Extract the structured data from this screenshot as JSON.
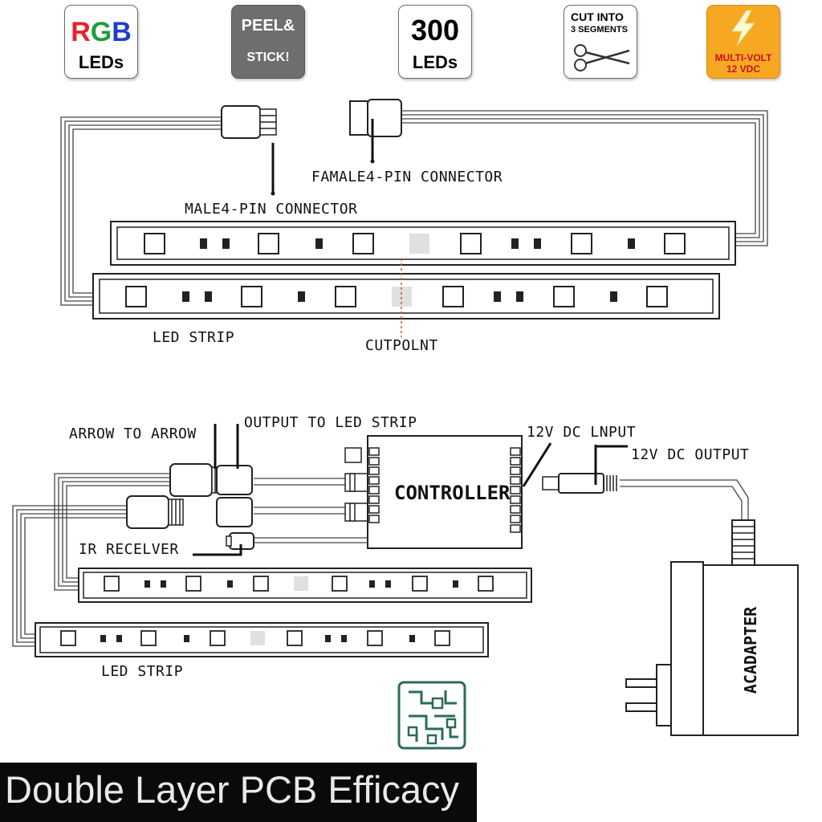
{
  "badges": {
    "rgb": {
      "letters": [
        "R",
        "G",
        "B"
      ],
      "colors": [
        "#e8222a",
        "#1f9d3a",
        "#1f3fc8"
      ],
      "sub": "LEDs"
    },
    "peel": {
      "line1": "PEEL&",
      "line2": "STICK!",
      "bg": "#6e6e6e"
    },
    "count": {
      "number": "300",
      "sub": "LEDs"
    },
    "cut": {
      "line1": "CUT INTO",
      "line2": "3 SEGMENTS",
      "icon": "scissors-icon"
    },
    "volt": {
      "line1": "MULTI-VOLT",
      "line2": "12 VDC",
      "bg": "#f7a823",
      "text_color": "#c4121a",
      "icon": "lightning-icon"
    }
  },
  "top_diagram": {
    "female_connector": "FAMALE4-PIN CONNECTOR",
    "male_connector": "MALE4-PIN CONNECTOR",
    "led_strip": "LED STRIP",
    "cutpoint": "CUTPOLNT"
  },
  "bottom_diagram": {
    "arrow_to_arrow": "ARROW TO ARROW",
    "output_to_strip": "OUTPUT TO LED STRIP",
    "input": "12V DC LNPUT",
    "output": "12V DC OUTPUT",
    "controller": "CONTROLLER",
    "ir_receiver": "IR RECELVER",
    "led_strip": "LED STRIP",
    "adapter": "ACADAPTER",
    "pcb_icon": "circuit-board-icon",
    "pcb_color": "#2b6b5a"
  },
  "footer": {
    "text": "Double Layer PCB Efficacy"
  }
}
